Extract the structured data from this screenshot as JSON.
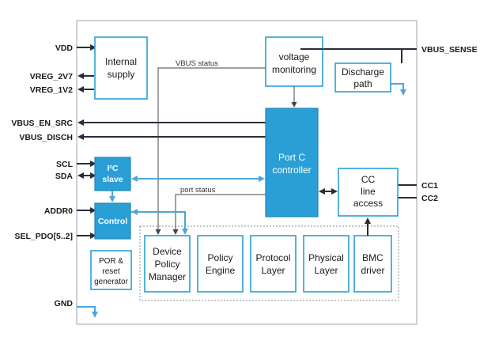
{
  "pins": {
    "vdd": "VDD",
    "vreg_2v7": "VREG_2V7",
    "vreg_1v2": "VREG_1V2",
    "vbus_en_src": "VBUS_EN_SRC",
    "vbus_disch": "VBUS_DISCH",
    "scl": "SCL",
    "sda": "SDA",
    "addr0": "ADDR0",
    "sel_pdo": "SEL_PDO[5..2]",
    "gnd": "GND",
    "vbus_sense": "VBUS_SENSE",
    "cc1": "CC1",
    "cc2": "CC2"
  },
  "blocks": {
    "internal_supply": [
      "Internal",
      "supply"
    ],
    "voltage_monitoring": [
      "voltage",
      "monitoring"
    ],
    "discharge_path": [
      "Discharge",
      "path"
    ],
    "port_c_controller": [
      "Port C",
      "controller"
    ],
    "i2c_slave": [
      "I²C",
      "slave"
    ],
    "control": "Control",
    "cc_line_access": [
      "CC",
      "line",
      "access"
    ],
    "device_policy_manager": [
      "Device",
      "Policy",
      "Manager"
    ],
    "policy_engine": [
      "Policy",
      "Engine"
    ],
    "protocol_layer": [
      "Protocol",
      "Layer"
    ],
    "physical_layer": [
      "Physical",
      "Layer"
    ],
    "bmc_driver": [
      "BMC",
      "driver"
    ],
    "por_reset_generator": [
      "POR &",
      "reset",
      "generator"
    ]
  },
  "signals": {
    "vbus_status": "VBUS status",
    "port_status": "port status"
  },
  "colors": {
    "accent_blue": "#2a9fd6",
    "dark_line": "#2b2b3a"
  }
}
